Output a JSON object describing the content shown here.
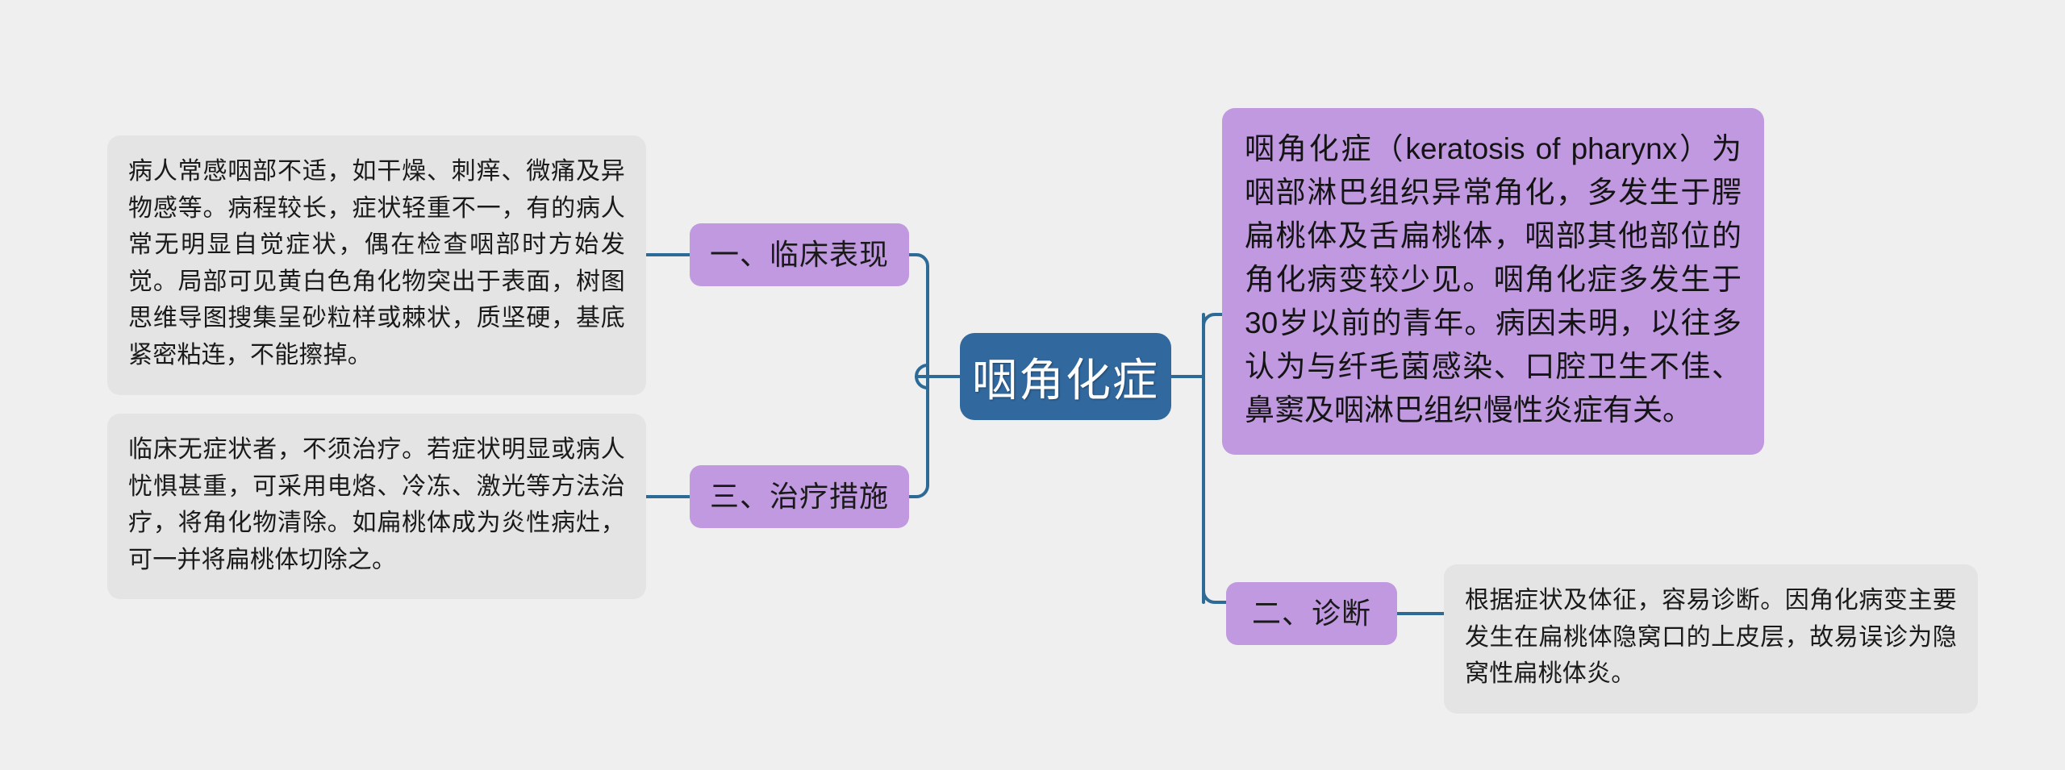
{
  "theme": {
    "page_background": "#efefef",
    "root_color": "#31689e",
    "branch_color": "#c099e0",
    "detail_color": "#e4e4e4",
    "connector_color": "#2e6a96",
    "root_text_color": "#ffffff",
    "body_text_color": "#1a1a1a"
  },
  "mindmap": {
    "root": {
      "label": "咽角化症"
    },
    "overview": {
      "text": "咽角化症（keratosis of pharynx）为咽部淋巴组织异常角化，多发生于腭扁桃体及舌扁桃体，咽部其他部位的角化病变较少见。咽角化症多发生于30岁以前的青年。病因未明，以往多认为与纤毛菌感染、口腔卫生不佳、鼻窦及咽淋巴组织慢性炎症有关。"
    },
    "branches": [
      {
        "id": "clinical",
        "label": "一、临床表现",
        "detail": "病人常感咽部不适，如干燥、刺痒、微痛及异物感等。病程较长，症状轻重不一，有的病人常无明显自觉症状，偶在检查咽部时方始发觉。局部可见黄白色角化物突出于表面，树图思维导图搜集呈砂粒样或棘状，质坚硬，基底紧密粘连，不能擦掉。"
      },
      {
        "id": "diagnosis",
        "label": "二、诊断",
        "detail": "根据症状及体征，容易诊断。因角化病变主要发生在扁桃体隐窝口的上皮层，故易误诊为隐窝性扁桃体炎。"
      },
      {
        "id": "treatment",
        "label": "三、治疗措施",
        "detail": "临床无症状者，不须治疗。若症状明显或病人忧惧甚重，可采用电烙、冷冻、激光等方法治疗，将角化物清除。如扁桃体成为炎性病灶，可一并将扁桃体切除之。"
      }
    ]
  }
}
